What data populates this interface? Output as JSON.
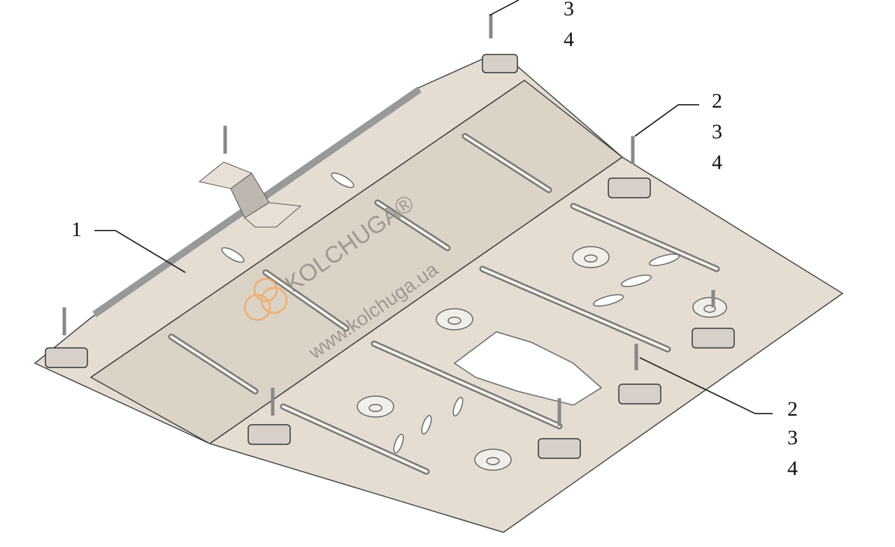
{
  "diagram": {
    "title": "Skid plate assembly",
    "callouts": [
      {
        "id": "part-1",
        "lines": [
          "1"
        ]
      },
      {
        "id": "fasteners-top",
        "lines": [
          "3",
          "4"
        ]
      },
      {
        "id": "fasteners-right",
        "lines": [
          "2",
          "3",
          "4"
        ]
      },
      {
        "id": "fasteners-bottom",
        "lines": [
          "2",
          "3",
          "4"
        ]
      }
    ],
    "watermark": {
      "brand": "KOLCHUGA®",
      "url": "www.kolchuga.ua"
    },
    "colors": {
      "plate": "#e6ddd2",
      "logo": "#f0a860"
    }
  }
}
